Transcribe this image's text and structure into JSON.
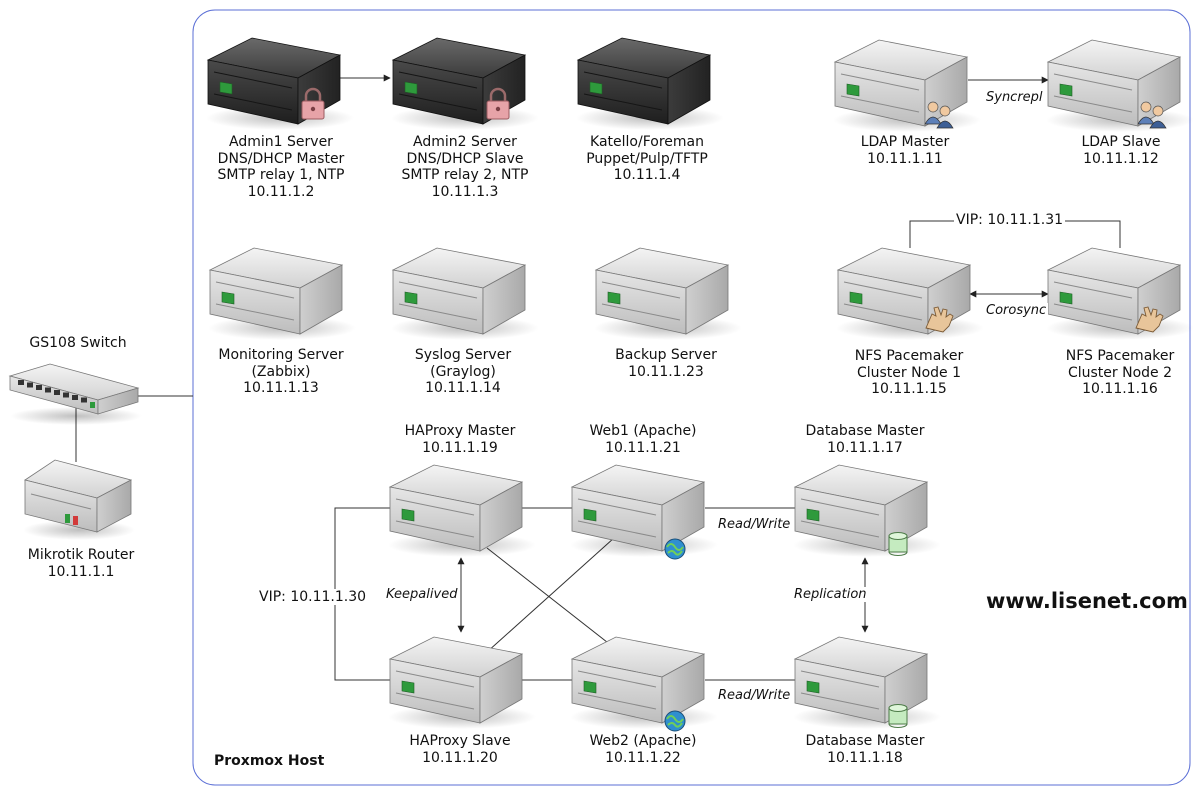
{
  "host": {
    "label": "Proxmox Host"
  },
  "brand": "www.lisenet.com",
  "devices": {
    "switch": {
      "lines": [
        "GS108 Switch"
      ]
    },
    "router": {
      "lines": [
        "Mikrotik Router",
        "10.11.1.1"
      ]
    },
    "admin1": {
      "lines": [
        "Admin1 Server",
        "DNS/DHCP Master",
        "SMTP relay 1, NTP",
        "10.11.1.2"
      ]
    },
    "admin2": {
      "lines": [
        "Admin2 Server",
        "DNS/DHCP Slave",
        "SMTP relay 2, NTP",
        "10.11.1.3"
      ]
    },
    "katello": {
      "lines": [
        "Katello/Foreman",
        "Puppet/Pulp/TFTP",
        "10.11.1.4"
      ]
    },
    "ldap_master": {
      "lines": [
        "LDAP Master",
        "10.11.1.11"
      ]
    },
    "ldap_slave": {
      "lines": [
        "LDAP Slave",
        "10.11.1.12"
      ]
    },
    "monitoring": {
      "lines": [
        "Monitoring Server",
        "(Zabbix)",
        "10.11.1.13"
      ]
    },
    "syslog": {
      "lines": [
        "Syslog Server",
        "(Graylog)",
        "10.11.1.14"
      ]
    },
    "backup": {
      "lines": [
        "Backup Server",
        "10.11.1.23"
      ]
    },
    "nfs1": {
      "lines": [
        "NFS Pacemaker",
        "Cluster Node 1",
        "10.11.1.15"
      ]
    },
    "nfs2": {
      "lines": [
        "NFS Pacemaker",
        "Cluster Node 2",
        "10.11.1.16"
      ]
    },
    "haproxy_master": {
      "lines": [
        "HAProxy Master",
        "10.11.1.19"
      ]
    },
    "web1": {
      "lines": [
        "Web1 (Apache)",
        "10.11.1.21"
      ]
    },
    "db_master1": {
      "lines": [
        "Database Master",
        "10.11.1.17"
      ]
    },
    "haproxy_slave": {
      "lines": [
        "HAProxy Slave",
        "10.11.1.20"
      ]
    },
    "web2": {
      "lines": [
        "Web2 (Apache)",
        "10.11.1.22"
      ]
    },
    "db_master2": {
      "lines": [
        "Database Master",
        "10.11.1.18"
      ]
    }
  },
  "edge_labels": {
    "syncrepl": "Syncrepl",
    "corosync": "Corosync",
    "read_write_1": "Read/Write",
    "read_write_2": "Read/Write",
    "replication": "Replication",
    "keepalived": "Keepalived"
  },
  "vips": {
    "nfs_vip": "VIP: 10.11.1.31",
    "haproxy_vip": "VIP: 10.11.1.30"
  },
  "colors": {
    "host_border": "#5b6fd6",
    "server_light": "#e3e3e3",
    "server_dark": "#3a3a3a",
    "line": "#333333",
    "status_led": "#2e9a3c"
  }
}
